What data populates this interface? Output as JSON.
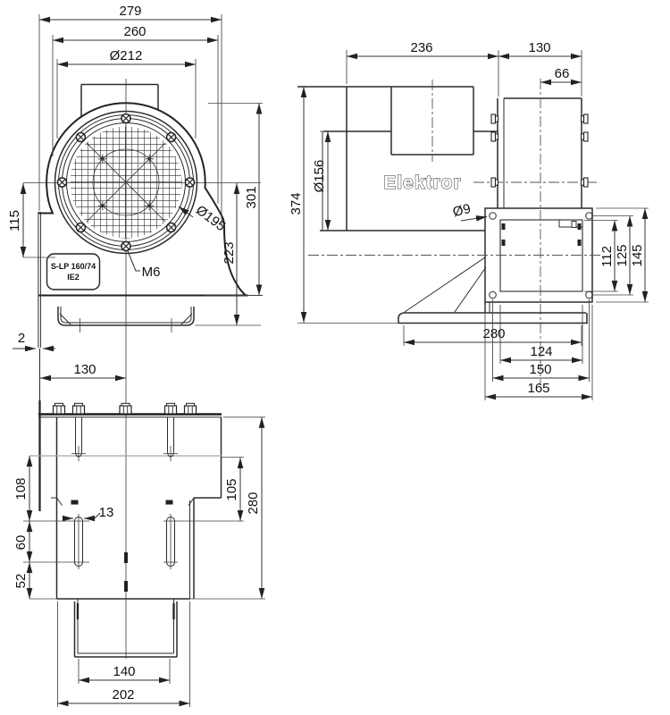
{
  "front_view": {
    "overall_width": "279",
    "housing_width": "260",
    "flange_diameter": "Ø212",
    "total_height": "301",
    "outlet_height": "223",
    "flange_offset": "115",
    "bolt_circle": "Ø195",
    "screw_label": "M6",
    "wall_thickness": "2",
    "foot_hole_spacing": "130",
    "nameplate_line1": "S-LP 160/74",
    "nameplate_line2": "IE2"
  },
  "side_view": {
    "housing_depth": "236",
    "motor_length": "130",
    "box_to_face": "66",
    "total_height": "374",
    "inlet_diameter": "Ø156",
    "brand": "Elektror",
    "hole_diameter": "Ø9",
    "flange_inner_height": "112",
    "flange_hole_spacing_v": "125",
    "flange_outer_height": "145",
    "base_length": "280",
    "flange_inner_width": "124",
    "flange_hole_spacing_h": "150",
    "flange_outer_width": "165"
  },
  "bottom_view": {
    "slot_offset_left": "108",
    "slot_offset_right": "105",
    "base_length": "280",
    "slot_width": "13",
    "slot_length": "60",
    "slot_to_edge": "52",
    "outlet_width": "140",
    "base_width": "202"
  }
}
